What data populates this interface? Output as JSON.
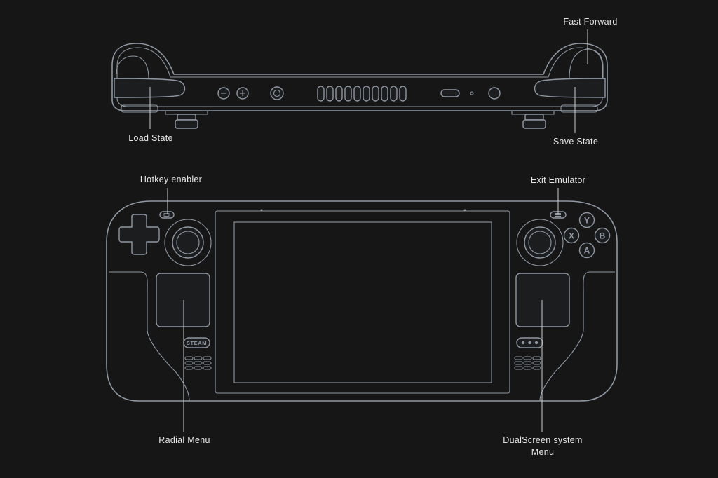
{
  "labels": {
    "fast_forward": "Fast Forward",
    "load_state": "Load State",
    "save_state": "Save State",
    "hotkey_enabler": "Hotkey enabler",
    "exit_emulator": "Exit Emulator",
    "radial_menu": "Radial Menu",
    "dualscreen_line1": "DualScreen system",
    "dualscreen_line2": "Menu"
  },
  "device": {
    "face_buttons": {
      "y": "Y",
      "x": "X",
      "b": "B",
      "a": "A"
    },
    "steam_button": "STEAM"
  },
  "colors": {
    "background": "#161616",
    "device_outline": "#8f98a3",
    "label_text": "#e6e6e6",
    "leader_line": "#c9ccd0"
  }
}
